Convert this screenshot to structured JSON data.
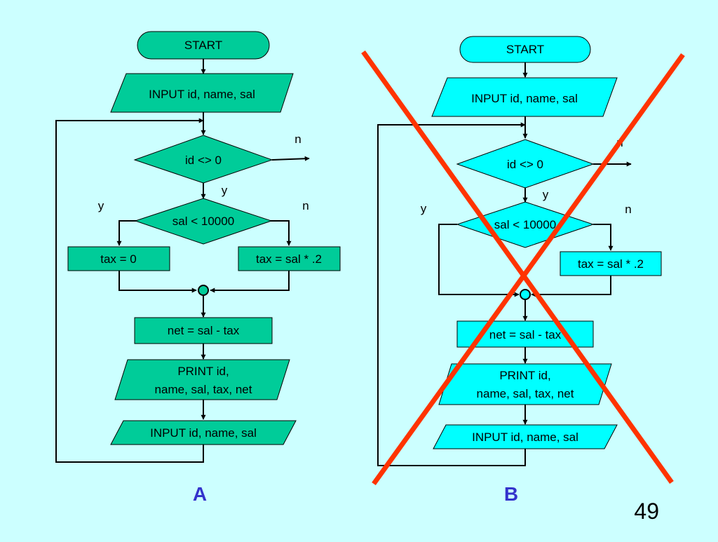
{
  "slide": {
    "page_number": "49",
    "colors": {
      "background": "#ccffff",
      "fill_a": "#00cc99",
      "fill_b": "#00ffff",
      "cross": "#ff3300",
      "panel_label": "#3333cc"
    }
  },
  "flow_a": {
    "panel_label": "A",
    "start": "START",
    "input_top": "INPUT id, name, sal",
    "loop_condition": "id <> 0",
    "loop_exit_label": "n",
    "loop_continue_label": "y",
    "tax_condition": "sal < 10000",
    "tax_yes_label": "y",
    "tax_no_label": "n",
    "tax_zero": "tax = 0",
    "tax_rate": "tax = sal * .2",
    "net": "net = sal - tax",
    "print_line1": "PRINT id,",
    "print_line2": "name, sal, tax, net",
    "input_bottom": "INPUT id, name, sal"
  },
  "flow_b": {
    "panel_label": "B",
    "start": "START",
    "input_top": "INPUT id, name, sal",
    "loop_condition": "id <> 0",
    "loop_exit_label": "n",
    "loop_continue_label": "y",
    "tax_condition": "sal < 10000",
    "tax_yes_label": "y",
    "tax_no_label": "n",
    "tax_rate": "tax = sal * .2",
    "net": "net = sal - tax",
    "print_line1": "PRINT id,",
    "print_line2": "name, sal, tax, net",
    "input_bottom": "INPUT id, name, sal",
    "crossed_out": true
  }
}
